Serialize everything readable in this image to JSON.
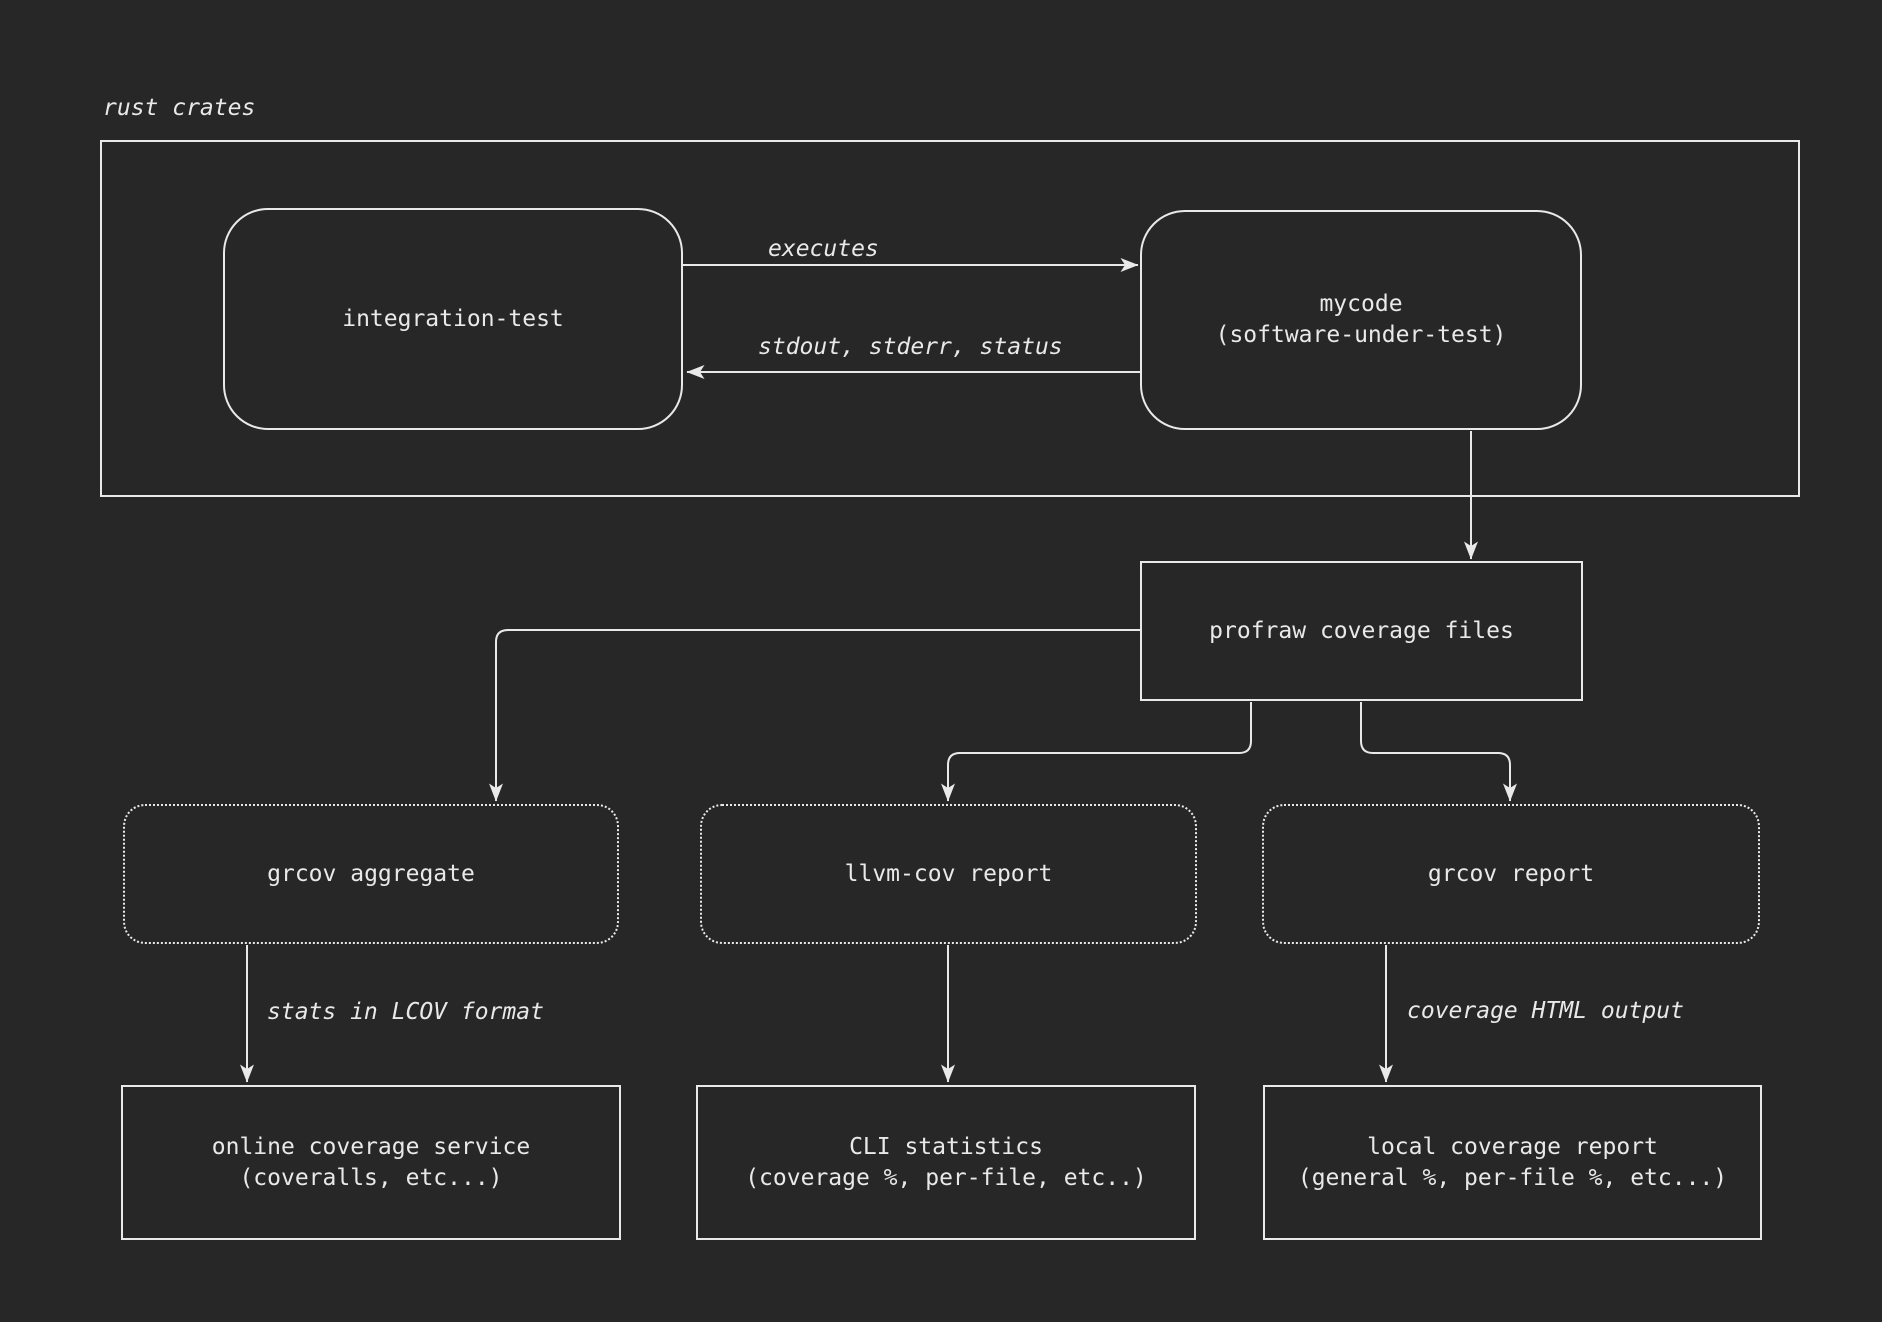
{
  "colors": {
    "background": "#272727",
    "stroke": "#e9e9e9"
  },
  "group": {
    "label": "rust crates"
  },
  "nodes": {
    "integration_test": {
      "label": "integration-test"
    },
    "mycode": {
      "line1": "mycode",
      "line2": "(software-under-test)"
    },
    "profraw": {
      "label": "profraw coverage files"
    },
    "grcov_aggregate": {
      "label": "grcov aggregate"
    },
    "llvm_cov_report": {
      "label": "llvm-cov report"
    },
    "grcov_report": {
      "label": "grcov report"
    },
    "online_service": {
      "line1": "online coverage service",
      "line2": "(coveralls, etc...)"
    },
    "cli_statistics": {
      "line1": "CLI statistics",
      "line2": "(coverage %, per-file, etc..)"
    },
    "local_report": {
      "line1": "local coverage report",
      "line2": "(general %, per-file %, etc...)"
    }
  },
  "edges": {
    "executes": {
      "label": "executes"
    },
    "stdout": {
      "label": "stdout, stderr, status"
    },
    "lcov": {
      "label": "stats in LCOV format"
    },
    "html": {
      "label": "coverage HTML output"
    }
  }
}
